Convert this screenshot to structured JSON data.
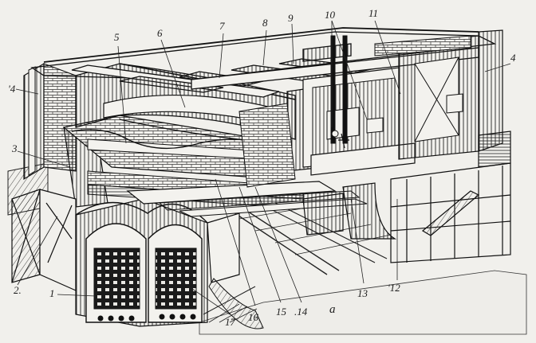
{
  "labels": [
    {
      "id": "1",
      "text": "1"
    },
    {
      "id": "2",
      "text": "2."
    },
    {
      "id": "3",
      "text": "3"
    },
    {
      "id": "4a",
      "text": "'4"
    },
    {
      "id": "4b",
      "text": "4"
    },
    {
      "id": "5",
      "text": "5"
    },
    {
      "id": "6",
      "text": "6"
    },
    {
      "id": "7",
      "text": "7"
    },
    {
      "id": "8",
      "text": "8"
    },
    {
      "id": "9",
      "text": "9"
    },
    {
      "id": "10",
      "text": "10"
    },
    {
      "id": "11",
      "text": "11"
    },
    {
      "id": "12",
      "text": "'12"
    },
    {
      "id": "13",
      "text": "13"
    },
    {
      "id": "14",
      "text": ".14"
    },
    {
      "id": "15",
      "text": "15"
    },
    {
      "id": "16",
      "text": "16."
    },
    {
      "id": "17",
      "text": "17"
    }
  ],
  "caption": "a"
}
